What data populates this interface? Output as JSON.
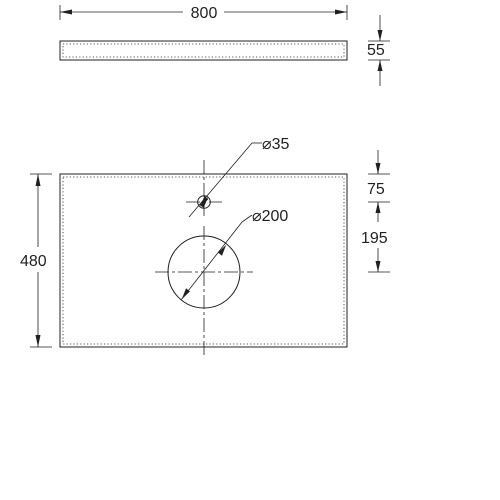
{
  "dimensions": {
    "width": "800",
    "top_thickness": "55",
    "height": "480",
    "tap_hole_diameter": "⌀35",
    "basin_hole_diameter": "⌀200",
    "tap_hole_offset": "75",
    "basin_center_offset": "195"
  },
  "colors": {
    "line": "#231f20",
    "background": "#ffffff"
  }
}
